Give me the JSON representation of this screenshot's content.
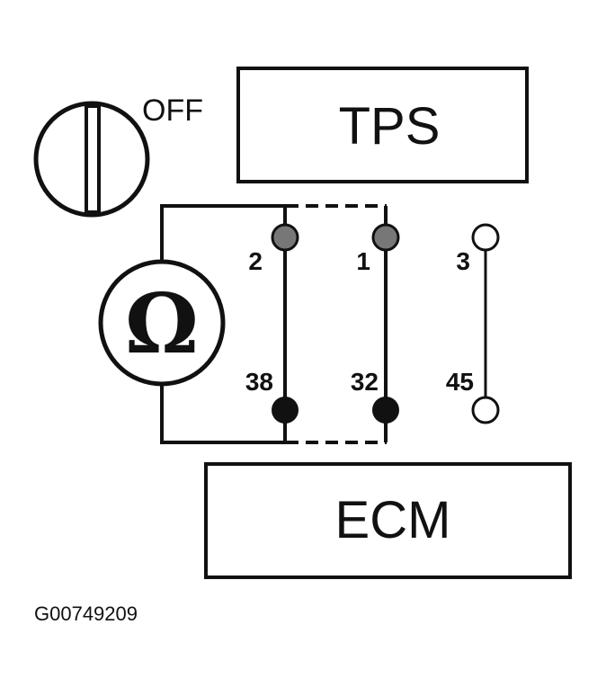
{
  "switch": {
    "label": "OFF",
    "icon": "ignition-switch-icon"
  },
  "components": {
    "tps": "TPS",
    "ecm": "ECM"
  },
  "meter": {
    "symbol": "Ω",
    "icon": "ohmmeter-icon"
  },
  "pins": {
    "tps": [
      "2",
      "1",
      "3"
    ],
    "ecm": [
      "38",
      "32",
      "45"
    ]
  },
  "figure_code": "G00749209",
  "colors": {
    "line": "#111111",
    "background": "#ffffff",
    "pin_fill_ecm": "#111111",
    "pin_fill_tps": "#777777"
  }
}
